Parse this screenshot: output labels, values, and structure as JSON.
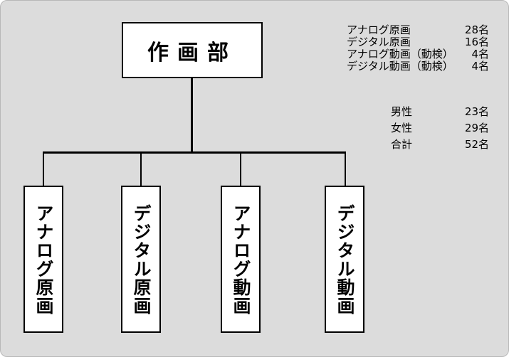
{
  "title": "作画部",
  "departments": [
    {
      "label": "アナログ原画"
    },
    {
      "label": "デジタル原画"
    },
    {
      "label": "アナログ動画"
    },
    {
      "label": "デジタル動画"
    }
  ],
  "staff_counts": [
    {
      "label": "アナログ原画",
      "value": "28名"
    },
    {
      "label": "デジタル原画",
      "value": "16名"
    },
    {
      "label": "アナログ動画（動検）",
      "value": "4名"
    },
    {
      "label": "デジタル動画（動検）",
      "value": "4名"
    }
  ],
  "gender_counts": [
    {
      "label": "男性",
      "value": "23名"
    },
    {
      "label": "女性",
      "value": "29名"
    },
    {
      "label": "合計",
      "value": "52名"
    }
  ]
}
